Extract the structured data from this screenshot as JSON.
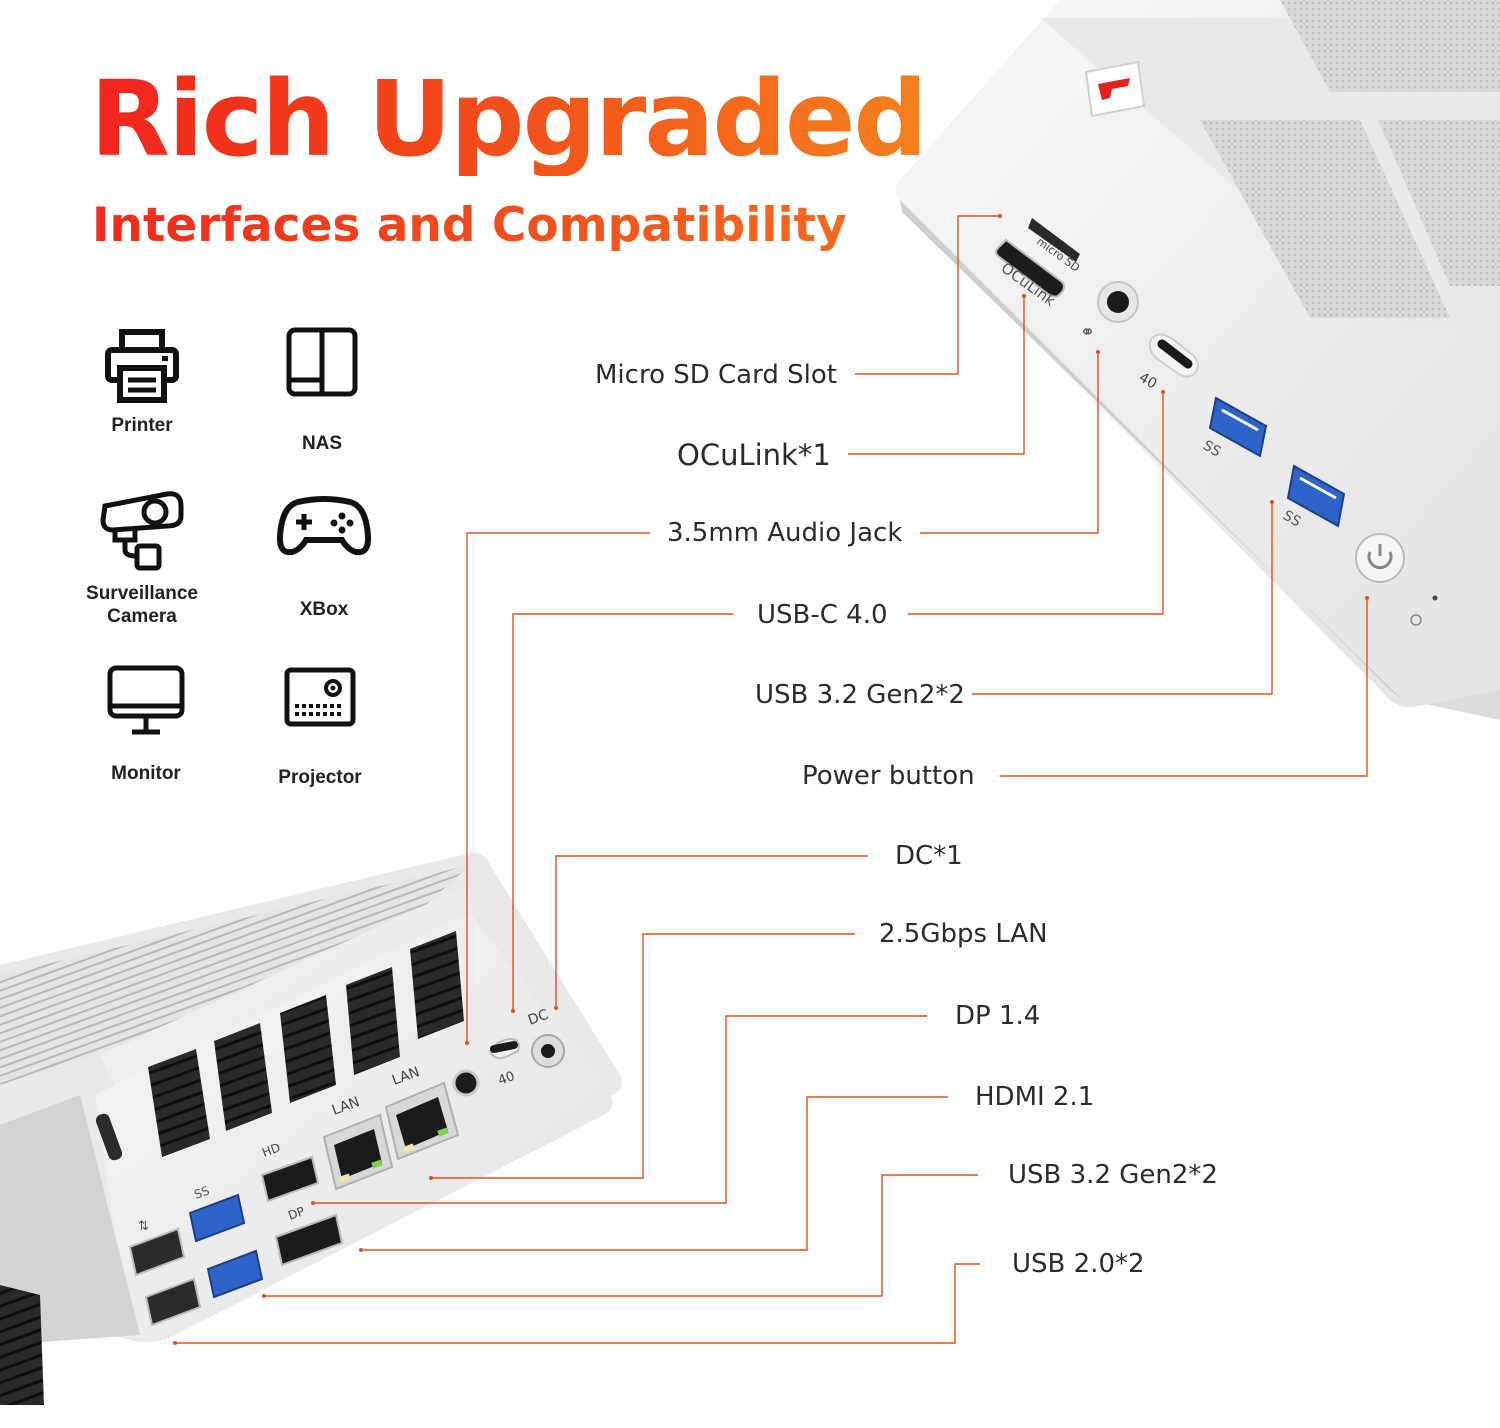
{
  "header": {
    "title": "Rich Upgraded",
    "subtitle": "Interfaces and Compatibility"
  },
  "devices": [
    {
      "label": "Printer",
      "icon": "printer-icon"
    },
    {
      "label": "NAS",
      "icon": "nas-icon"
    },
    {
      "label": "Surveillance\nCamera",
      "icon": "surveillance-camera-icon"
    },
    {
      "label": "XBox",
      "icon": "gamepad-icon"
    },
    {
      "label": "Monitor",
      "icon": "monitor-icon"
    },
    {
      "label": "Projector",
      "icon": "projector-icon"
    }
  ],
  "ports": {
    "front": [
      "Micro SD Card Slot",
      "OCuLink*1",
      "3.5mm Audio Jack",
      "USB-C 4.0",
      "USB 3.2 Gen2*2",
      "Power button"
    ],
    "rear": [
      "DC*1",
      "2.5Gbps LAN",
      "DP 1.4",
      "HDMI 2.1",
      "USB 3.2 Gen2*2",
      "USB 2.0*2"
    ]
  },
  "device_markings": {
    "micro_sd": "micro SD",
    "oculink": "OCuLink",
    "usb4": "40",
    "ss": "SS",
    "dc": "DC",
    "lan": "LAN",
    "hdmi": "HD",
    "dp": "DP"
  },
  "colors": {
    "accent_red": "#f2241c",
    "accent_orange": "#f5801e",
    "leader_line": "#e0501e",
    "usb3_blue": "#2e63c9",
    "chassis": "#eeeeee"
  }
}
